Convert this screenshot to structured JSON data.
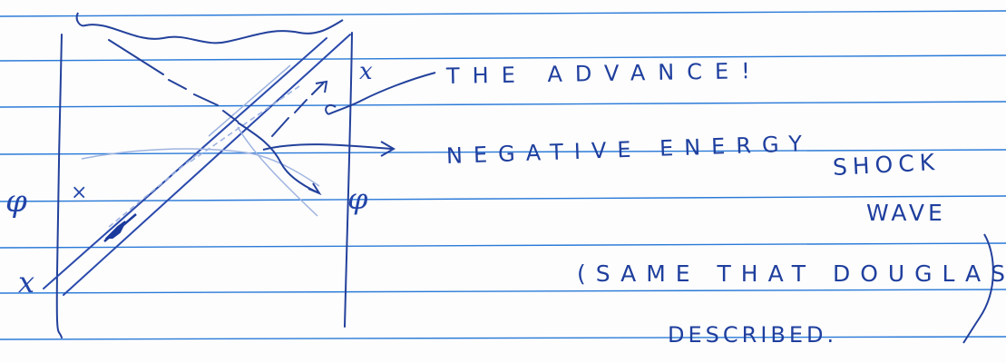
{
  "note": {
    "advance": "THE ADVANCE!",
    "negative": "NEGATIVE ENERGY",
    "shock": "SHOCK",
    "wave": "WAVE",
    "same": "(SAME THAT DOUGLAS",
    "described": "DESCRIBED."
  },
  "diagram": {
    "phi_left": "φ",
    "phi_right": "φ",
    "x_topright": "x",
    "x_left": "×",
    "x_bottom": "x"
  },
  "colors": {
    "ink": "#1f3f9e",
    "ruled_line": "#1f6fd0",
    "pencil": "#8fa8d8"
  }
}
